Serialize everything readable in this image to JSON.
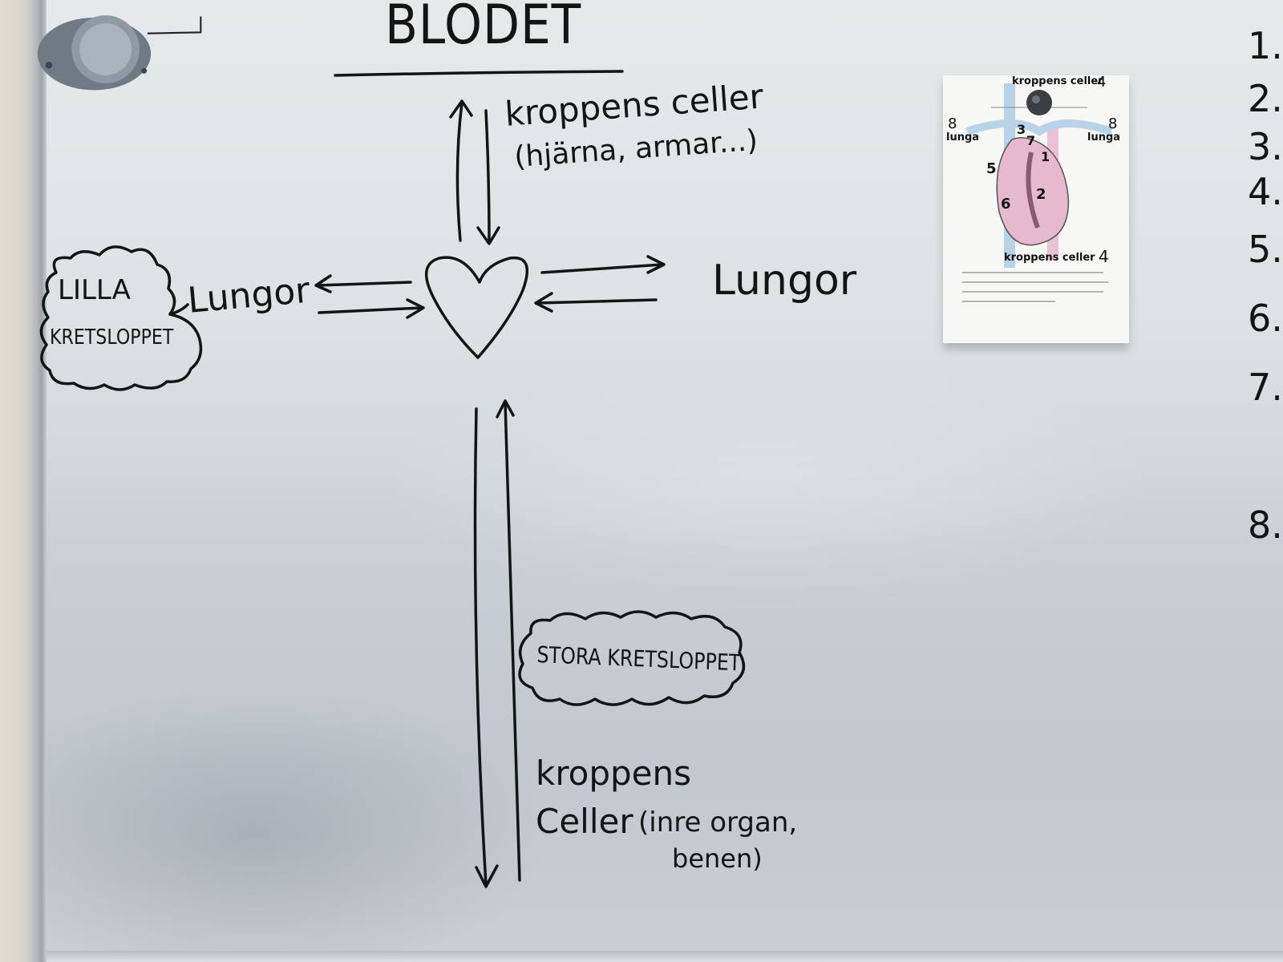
{
  "board": {
    "title": "BLODET",
    "top_cells": {
      "line1": "kroppens celler",
      "line2": "(hjärna, armar...)"
    },
    "left_lungs": "Lungor",
    "right_lungs": "Lungor",
    "small_circulation": {
      "line1": "LILLA",
      "line2": "KRETSLOPPET"
    },
    "large_circulation": "STORA KRETSLOPPET",
    "bottom_cells": {
      "line1": "kroppens",
      "line2": "Celler",
      "line3": "(inre organ,",
      "line4": "benen)"
    }
  },
  "numbered_list": [
    "1.",
    "2.",
    "3.",
    "4.",
    "5.",
    "6.",
    "7.",
    "8."
  ],
  "handout": {
    "top_label": "kroppens celler",
    "top_number": "4",
    "bottom_label": "kroppens celler",
    "bottom_number": "4",
    "left_number": "8",
    "left_label": "lunga",
    "right_number": "8",
    "right_label": "lunga",
    "heart_numbers": [
      "3",
      "7",
      "1",
      "5",
      "2",
      "6"
    ]
  },
  "colors": {
    "ink": "#141414",
    "board": "#dde1e4",
    "paper": "#f7f7f6"
  }
}
